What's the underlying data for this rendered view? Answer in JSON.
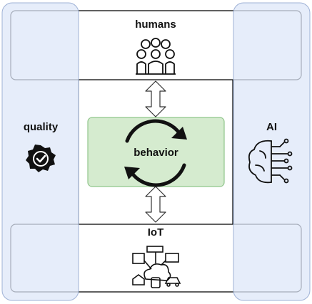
{
  "diagram": {
    "top_layer": {
      "label": "humans",
      "icon": "people-group-icon"
    },
    "bottom_layer": {
      "label": "IoT",
      "icon": "connected-devices-icon"
    },
    "left_pillar": {
      "label": "quality",
      "icon": "quality-badge-icon"
    },
    "right_pillar": {
      "label": "AI",
      "icon": "ai-brain-circuit-icon"
    },
    "center": {
      "label": "behavior",
      "icon": "cycle-arrows-icon"
    },
    "connectors": [
      "double-arrow",
      "double-arrow"
    ],
    "colors": {
      "pillar_fill": "#e8eefb",
      "pillar_stroke": "#a9b9d9",
      "center_fill": "#d5ebcf",
      "center_stroke": "#8fc58a",
      "line": "#000000"
    }
  }
}
